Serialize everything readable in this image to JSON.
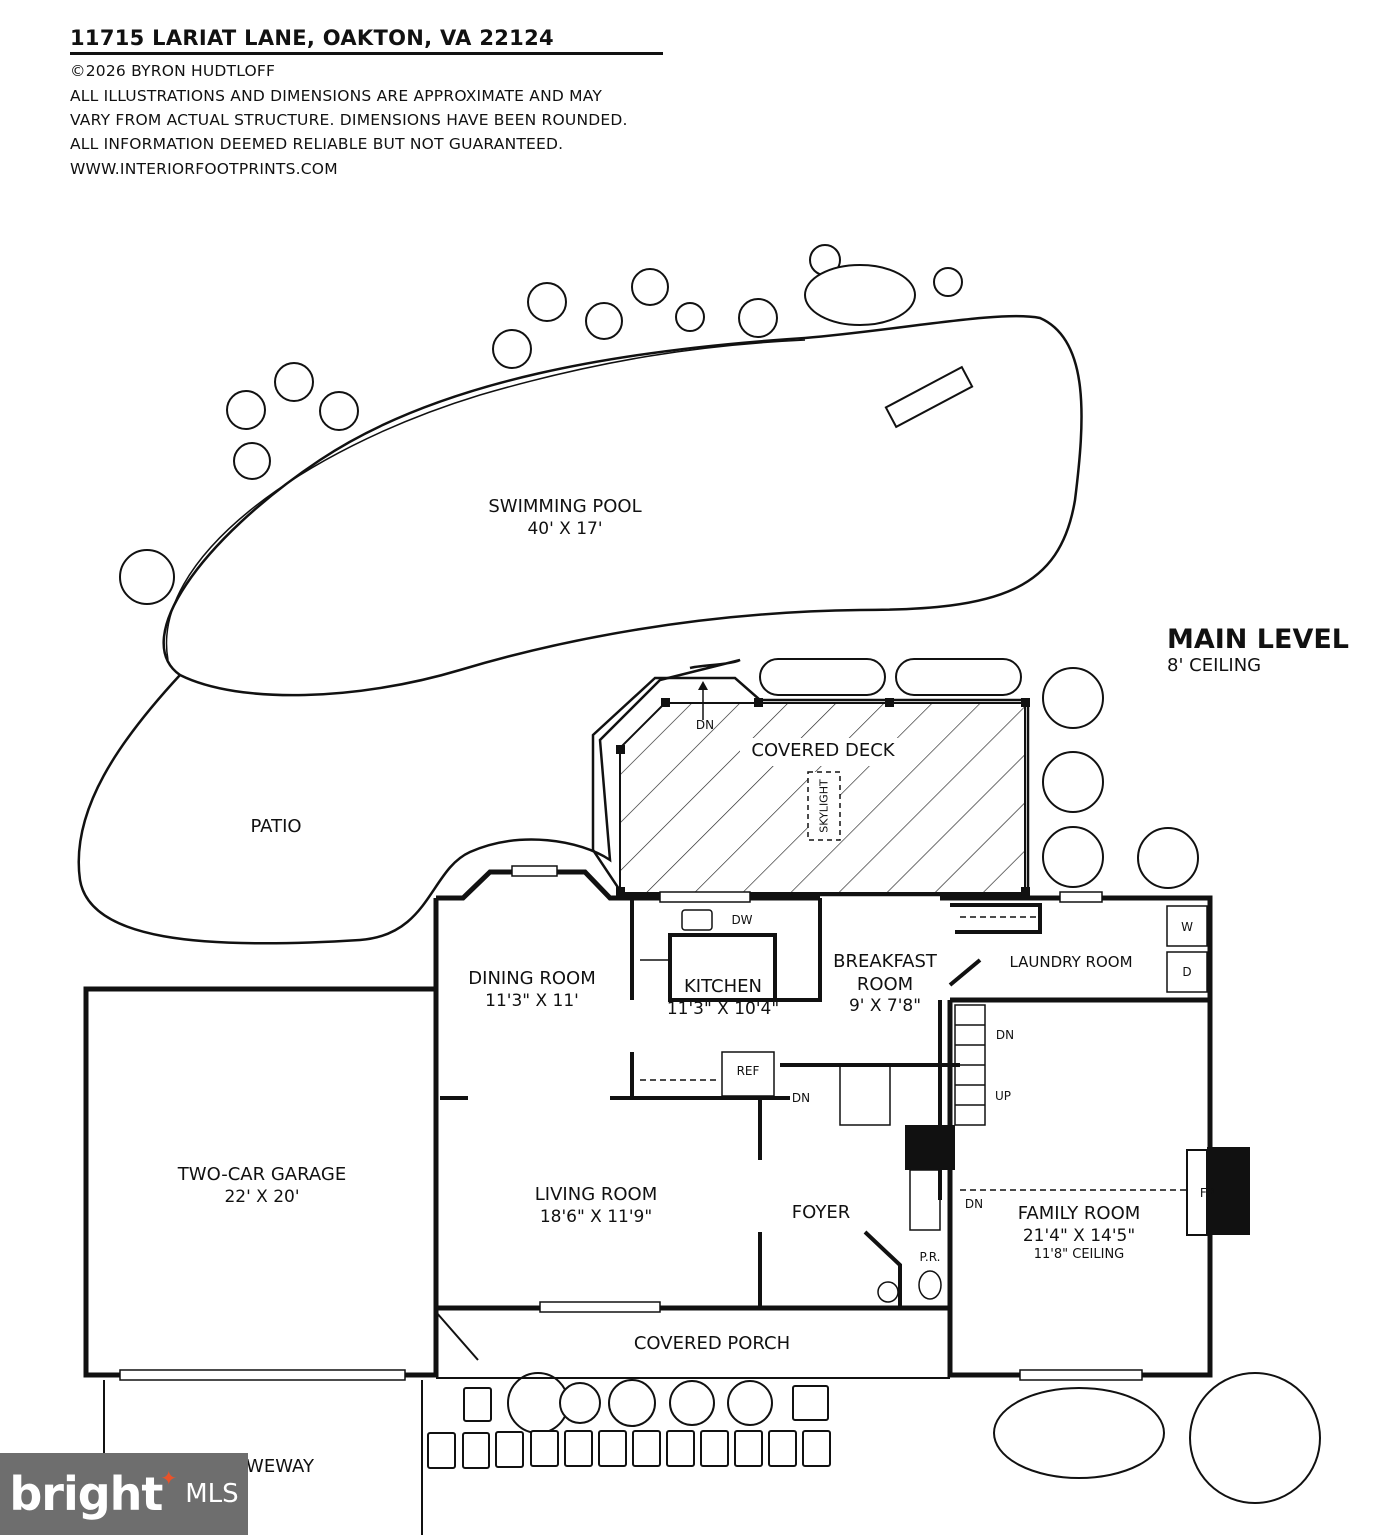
{
  "header": {
    "address": "11715 LARIAT LANE, OAKTON, VA 22124",
    "lines": [
      "©2026 BYRON HUDTLOFF",
      "ALL ILLUSTRATIONS AND DIMENSIONS ARE APPROXIMATE AND MAY",
      "VARY FROM ACTUAL STRUCTURE. DIMENSIONS HAVE BEEN ROUNDED.",
      "ALL INFORMATION DEEMED RELIABLE BUT NOT GUARANTEED.",
      "WWW.INTERIORFOOTPRINTS.COM"
    ]
  },
  "level": {
    "title": "MAIN LEVEL",
    "ceiling": "8' CEILING"
  },
  "rooms": {
    "pool": {
      "name": "SWIMMING POOL",
      "dims": "40' X 17'"
    },
    "patio": {
      "name": "PATIO"
    },
    "deck": {
      "name": "COVERED DECK"
    },
    "dining": {
      "name": "DINING ROOM",
      "dims": "11'3\" X 11'"
    },
    "kitchen": {
      "name": "KITCHEN",
      "dims": "11'3\" X 10'4\""
    },
    "breakfast": {
      "name1": "BREAKFAST",
      "name2": "ROOM",
      "dims": "9' X 7'8\""
    },
    "laundry": {
      "name": "LAUNDRY ROOM"
    },
    "garage": {
      "name": "TWO-CAR GARAGE",
      "dims": "22' X 20'"
    },
    "living": {
      "name": "LIVING ROOM",
      "dims": "18'6\" X 11'9\""
    },
    "foyer": {
      "name": "FOYER"
    },
    "family": {
      "name": "FAMILY ROOM",
      "dims": "21'4\" X 14'5\"",
      "ceiling": "11'8\" CEILING"
    },
    "porch": {
      "name": "COVERED PORCH"
    },
    "driveway": {
      "name": "WEWAY"
    }
  },
  "fixtures": {
    "skylight": "SKYLIGHT",
    "dw": "DW",
    "ref": "REF",
    "washer": "W",
    "dryer": "D",
    "fireplace": "FP",
    "powder": "P.R.",
    "dn": "DN",
    "up": "UP"
  },
  "logo": {
    "word": "bright",
    "mls": "MLS"
  }
}
